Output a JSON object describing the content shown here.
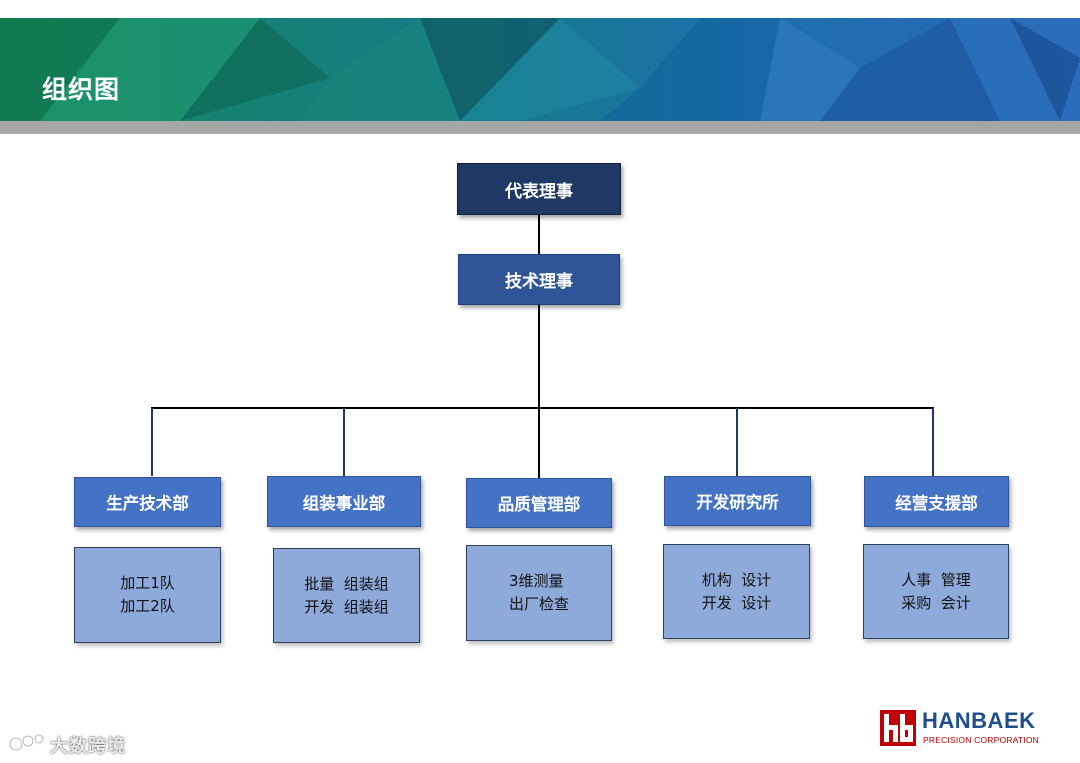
{
  "header": {
    "title": "组织图"
  },
  "org": {
    "top": "代表理事",
    "mid": "技术理事",
    "departments": [
      {
        "name": "生产技术部",
        "items": "加工1队\n加工2队"
      },
      {
        "name": "组装事业部",
        "items": "批量  组装组\n开发  组装组"
      },
      {
        "name": "品质管理部",
        "items": "3维测量\n出厂检查"
      },
      {
        "name": "开发研究所",
        "items": "机构  设计\n开发  设计"
      },
      {
        "name": "经营支援部",
        "items": "人事  管理\n采购  会计"
      }
    ]
  },
  "logo": {
    "name": "HANBAEK",
    "subtitle": "PRECISION CORPORATION",
    "brand_color": "#1f4e8c",
    "accent_color": "#c00000"
  },
  "watermark": {
    "text": "大数跨境"
  },
  "colors": {
    "top_node": "#1f3864",
    "mid_node": "#2f5597",
    "dept_node": "#4472c4",
    "sub_box": "#8eaadb"
  }
}
